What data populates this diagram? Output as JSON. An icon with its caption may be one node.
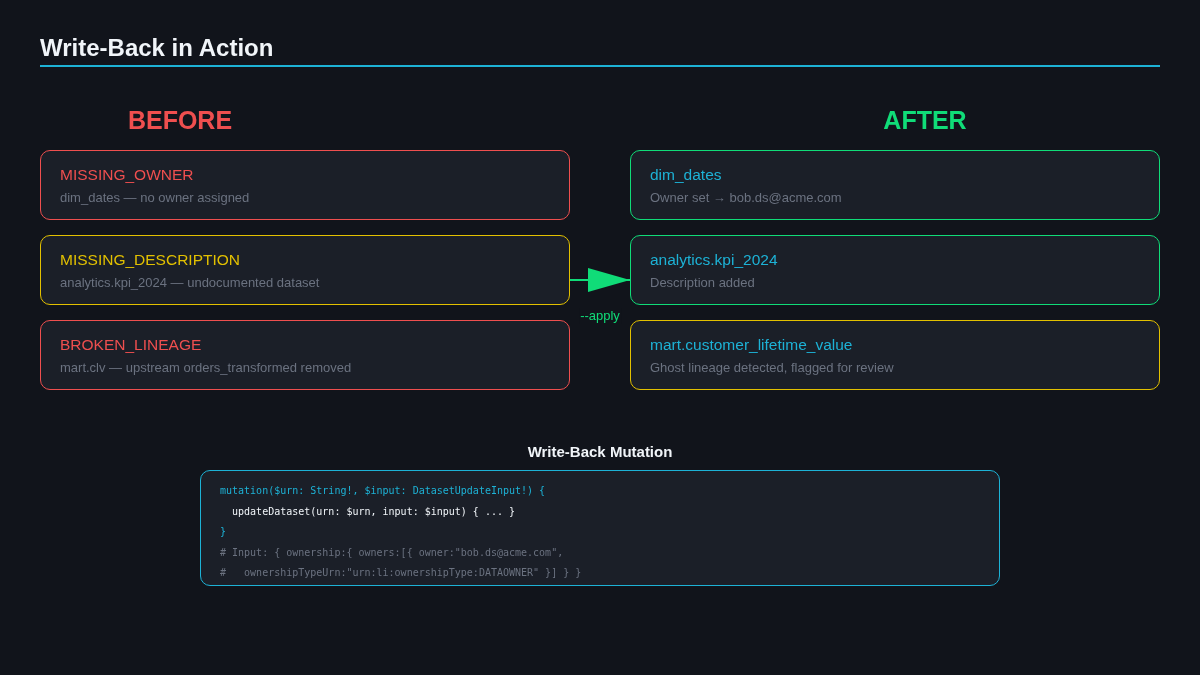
{
  "diagram": {
    "title": "Write-Back in Action",
    "nodes": [
      {
        "text": [
          "MISSING_OWNER",
          "dim_dates — no owner assigned"
        ]
      },
      {
        "text": [
          "MISSING_DESCRIPTION",
          "analytics.kpi_2024 — undocumented dataset"
        ]
      },
      {
        "text": [
          "BROKEN_LINEAGE",
          "mart.clv — upstream orders_transformed removed"
        ]
      },
      {
        "text": [
          "dim_dates",
          "Owner set → bob.ds@acme.com"
        ]
      },
      {
        "text": [
          "analytics.kpi_2024",
          "Description added"
        ]
      },
      {
        "text": [
          "mart.customer_lifetime_value",
          "Ghost lineage detected, flagged for review"
        ]
      },
      {
        "text": [
          "Write-Back Mutation",
          "mutation($urn: String!, $input: DatasetUpdateInput!) {",
          "updateDataset(urn: $urn, input: $input) { ... }",
          "}",
          "# Input: { ownership:{ owners:[{ owner:\"bob.ds@acme.com\",",
          "#   ownershipTypeUrn:\"urn:li:ownershipType:DATAOWNER\" }] } }"
        ]
      }
    ],
    "edges": [
      {
        "from": 1,
        "to": 4,
        "arrow": "to",
        "label": "--apply"
      }
    ],
    "labels": [
      "BEFORE",
      "AFTER"
    ]
  }
}
